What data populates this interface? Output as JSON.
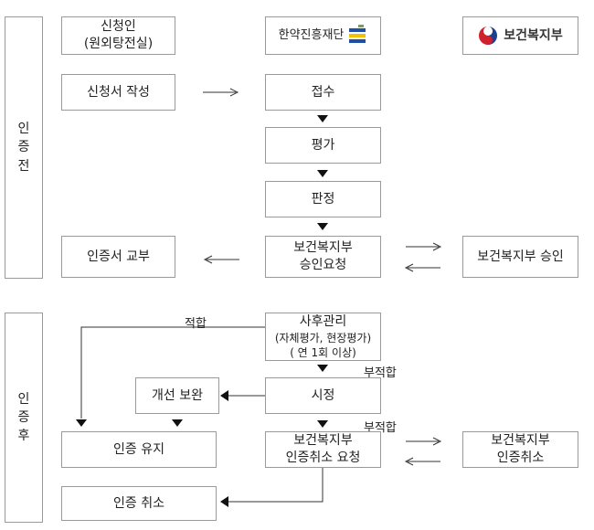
{
  "side_labels": {
    "before": "인증전",
    "after": "인증후"
  },
  "boxes": {
    "applicant_line1": "신청인",
    "applicant_line2": "(원외탕전실)",
    "kmpf_logo": "한약진흥재단",
    "mohw_logo": "보건복지부",
    "application": "신청서 작성",
    "receipt": "접수",
    "evaluation": "평가",
    "judgment": "판정",
    "approval_request_line1": "보건복지부",
    "approval_request_line2": "승인요청",
    "certificate_issue": "인증서 교부",
    "mohw_approval": "보건복지부 승인",
    "post_mgmt_line1": "사후관리",
    "post_mgmt_line2": "(자체평가, 현장평가)",
    "post_mgmt_line3": "( 연 1회 이상)",
    "correction_order": "시정",
    "improvement": "개선 보완",
    "cancel_request_line1": "보건복지부",
    "cancel_request_line2": "인증취소 요청",
    "cert_maintain": "인증 유지",
    "mohw_cancel_line1": "보건복지부",
    "mohw_cancel_line2": "인증취소",
    "cert_cancel": "인증 취소"
  },
  "edge_labels": {
    "suitable": "적합",
    "unsuitable_1": "부적합",
    "unsuitable_2": "부적합"
  },
  "colors": {
    "border": "#9a9a9a",
    "line": "#333333",
    "kmpf_blue": "#1f4fa0",
    "kmpf_yellow": "#f2c200",
    "mohw_red": "#d0202e",
    "mohw_blue": "#1d3f8f"
  }
}
